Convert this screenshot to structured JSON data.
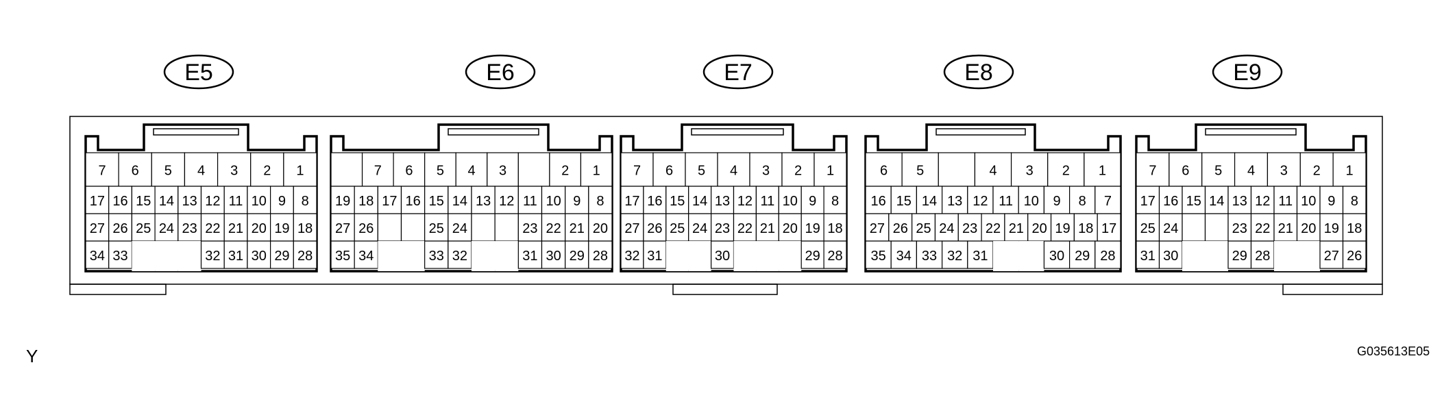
{
  "figure_letter": "Y",
  "figure_code": "G035613E05",
  "connectors": [
    {
      "id": "E5",
      "rows": [
        [
          "7",
          "6",
          "5",
          "4",
          "3",
          "2",
          "1"
        ],
        [
          "17",
          "16",
          "15",
          "14",
          "13",
          "12",
          "11",
          "10",
          "9",
          "8"
        ],
        [
          "27",
          "26",
          "25",
          "24",
          "23",
          "22",
          "21",
          "20",
          "19",
          "18"
        ],
        [
          "34",
          "33",
          "",
          "",
          "",
          "32",
          "31",
          "30",
          "29",
          "28"
        ]
      ]
    },
    {
      "id": "E6",
      "rows": [
        [
          "",
          "7",
          "6",
          "5",
          "4",
          "3",
          "",
          "2",
          "1"
        ],
        [
          "19",
          "18",
          "17",
          "16",
          "15",
          "14",
          "13",
          "12",
          "11",
          "10",
          "9",
          "8"
        ],
        [
          "27",
          "26",
          "",
          "",
          "25",
          "24",
          "",
          "",
          "23",
          "22",
          "21",
          "20"
        ],
        [
          "35",
          "34",
          "",
          "",
          "33",
          "32",
          "",
          "",
          "31",
          "30",
          "29",
          "28"
        ]
      ]
    },
    {
      "id": "E7",
      "rows": [
        [
          "7",
          "6",
          "5",
          "4",
          "3",
          "2",
          "1"
        ],
        [
          "17",
          "16",
          "15",
          "14",
          "13",
          "12",
          "11",
          "10",
          "9",
          "8"
        ],
        [
          "27",
          "26",
          "25",
          "24",
          "23",
          "22",
          "21",
          "20",
          "19",
          "18"
        ],
        [
          "32",
          "31",
          "",
          "",
          "30",
          "",
          "",
          "",
          "29",
          "28"
        ]
      ]
    },
    {
      "id": "E8",
      "rows": [
        [
          "6",
          "5",
          "",
          "4",
          "3",
          "2",
          "1"
        ],
        [
          "16",
          "15",
          "14",
          "13",
          "12",
          "11",
          "10",
          "9",
          "8",
          "7"
        ],
        [
          "27",
          "26",
          "25",
          "24",
          "23",
          "22",
          "21",
          "20",
          "19",
          "18",
          "17"
        ],
        [
          "35",
          "34",
          "33",
          "32",
          "31",
          "",
          "",
          "30",
          "29",
          "28"
        ]
      ]
    },
    {
      "id": "E9",
      "rows": [
        [
          "7",
          "6",
          "5",
          "4",
          "3",
          "2",
          "1"
        ],
        [
          "17",
          "16",
          "15",
          "14",
          "13",
          "12",
          "11",
          "10",
          "9",
          "8"
        ],
        [
          "25",
          "24",
          "",
          "",
          "23",
          "22",
          "21",
          "20",
          "19",
          "18"
        ],
        [
          "31",
          "30",
          "",
          "",
          "29",
          "28",
          "",
          "",
          "27",
          "26"
        ]
      ]
    }
  ]
}
